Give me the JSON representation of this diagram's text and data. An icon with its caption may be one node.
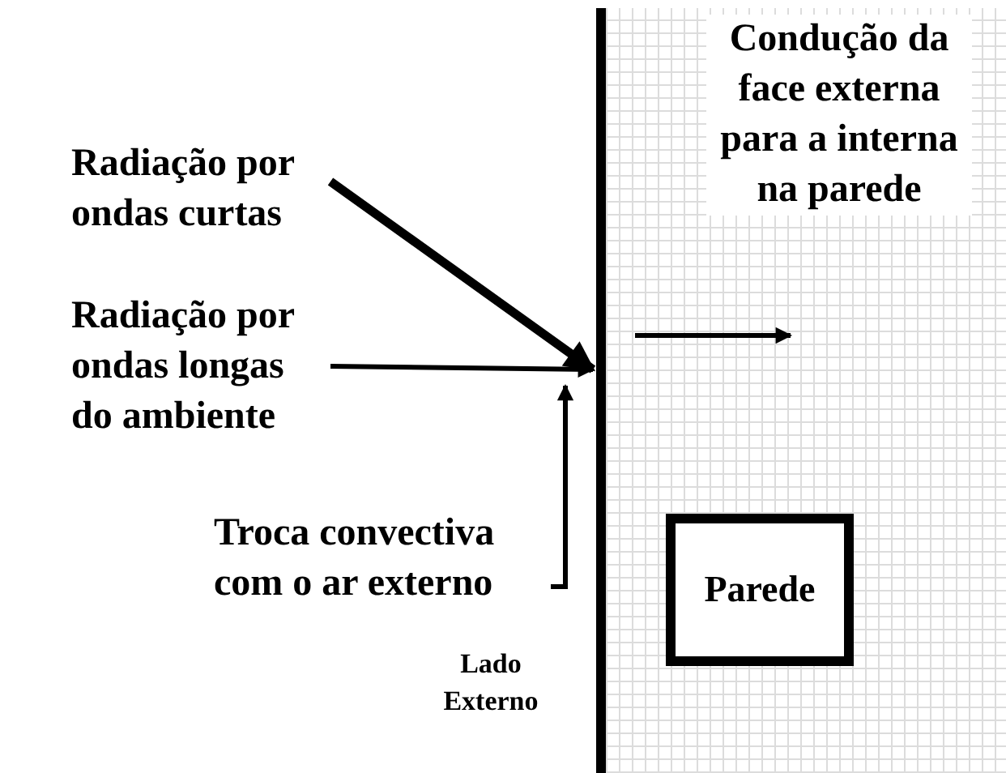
{
  "diagram": {
    "nodes": [
      {
        "text": [
          "Condução da face externa para a interna na parede"
        ]
      },
      {
        "text": [
          "Parede"
        ],
        "in": 0
      },
      {
        "text": [
          "Radiação por ondas curtas"
        ]
      },
      {
        "text": [
          "Radiação por ondas longas do ambiente"
        ]
      },
      {
        "text": [
          "Troca convectiva com o ar externo"
        ]
      }
    ],
    "edges": [
      {
        "from": 2,
        "to": 0,
        "arrow": "to",
        "style": "thick"
      },
      {
        "from": 3,
        "to": 0,
        "arrow": "to"
      },
      {
        "from": 4,
        "to": 0,
        "arrow": "to"
      }
    ],
    "labels": [
      "Lado Externo"
    ]
  }
}
